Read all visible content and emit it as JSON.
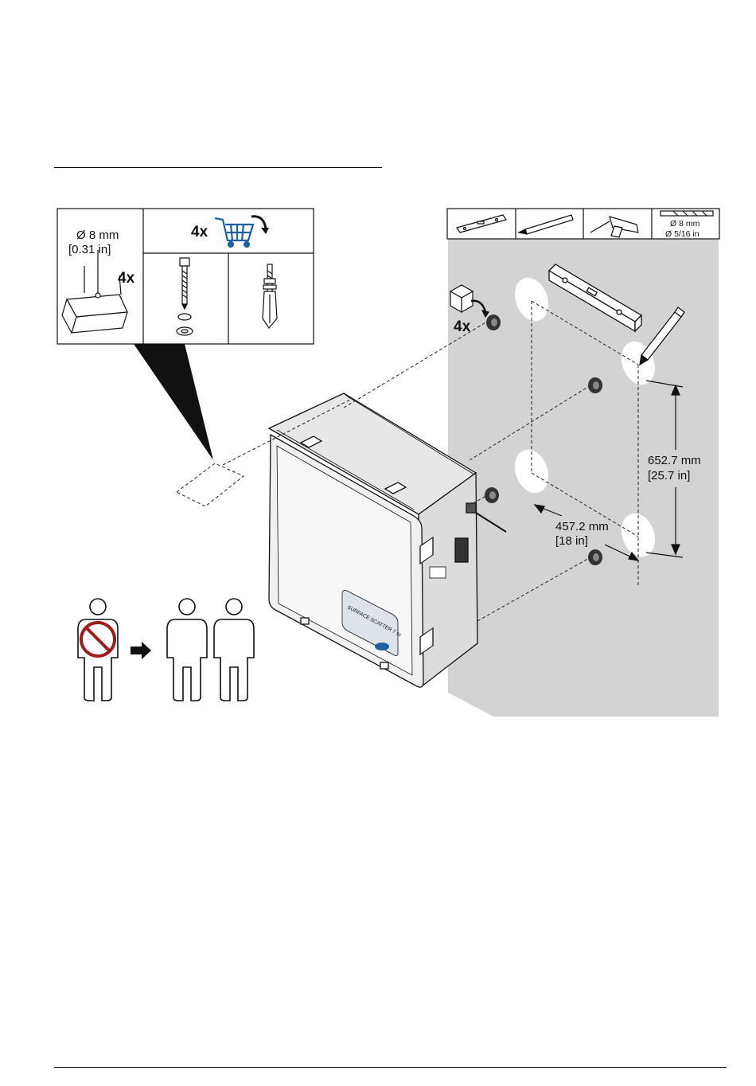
{
  "kit_box": {
    "hole_diameter_mm": "Ø 8 mm",
    "hole_diameter_in": "[0.31 in]",
    "hole_qty": "4x",
    "purchase_qty": "4x",
    "cart_icon": "shopping-cart-icon"
  },
  "tools": {
    "icons": [
      "level-icon",
      "pencil-icon",
      "drill-icon",
      "drill-bit-icon"
    ],
    "bit_size_mm": "Ø 8 mm",
    "bit_size_in": "Ø 5/16 in"
  },
  "mounting": {
    "spacer_qty": "4x",
    "vertical_spacing_mm": "652.7 mm",
    "vertical_spacing_in": "[25.7 in]",
    "horizontal_spacing_mm": "457.2 mm",
    "horizontal_spacing_in": "[18 in]"
  },
  "device": {
    "label_line1": "SURFACE SCATTER 7 sc"
  },
  "people": {
    "rule": "two-person-lift",
    "icons": [
      "person-prohibited-icon",
      "arrow-right-icon",
      "person-icon",
      "person-icon"
    ]
  },
  "colors": {
    "wall": "#d3d3d3",
    "hole_highlight": "#ffffff",
    "cart_blue": "#1f5f9e",
    "prohibit_red": "#a01c1c"
  }
}
